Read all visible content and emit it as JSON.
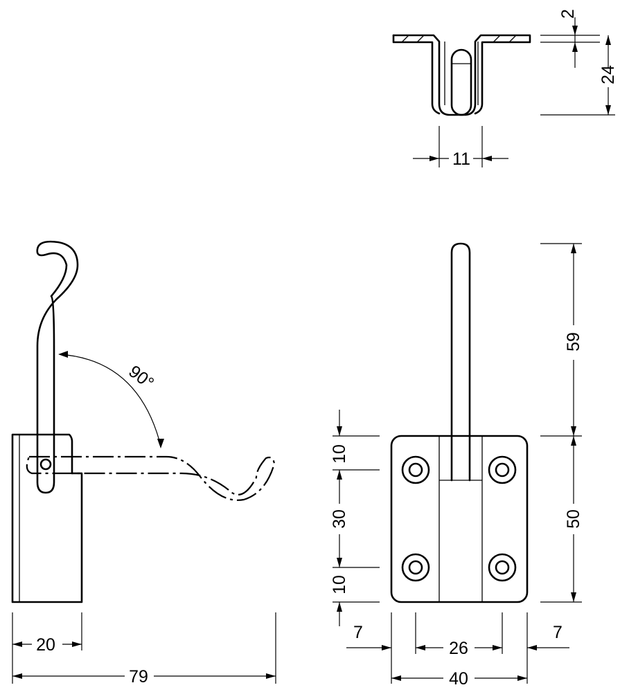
{
  "dimensions": {
    "top_view": {
      "plate_thickness": "2",
      "height": "24",
      "width": "11"
    },
    "side_view": {
      "angle": "90°",
      "base_depth": "20",
      "total_reach": "79"
    },
    "front_view": {
      "hook_height": "59",
      "base_height": "50",
      "top_margin": "10",
      "hole_spacing_vertical": "30",
      "bottom_margin": "10",
      "left_margin": "7",
      "hole_spacing_horizontal": "26",
      "right_margin": "7",
      "base_width": "40"
    }
  }
}
